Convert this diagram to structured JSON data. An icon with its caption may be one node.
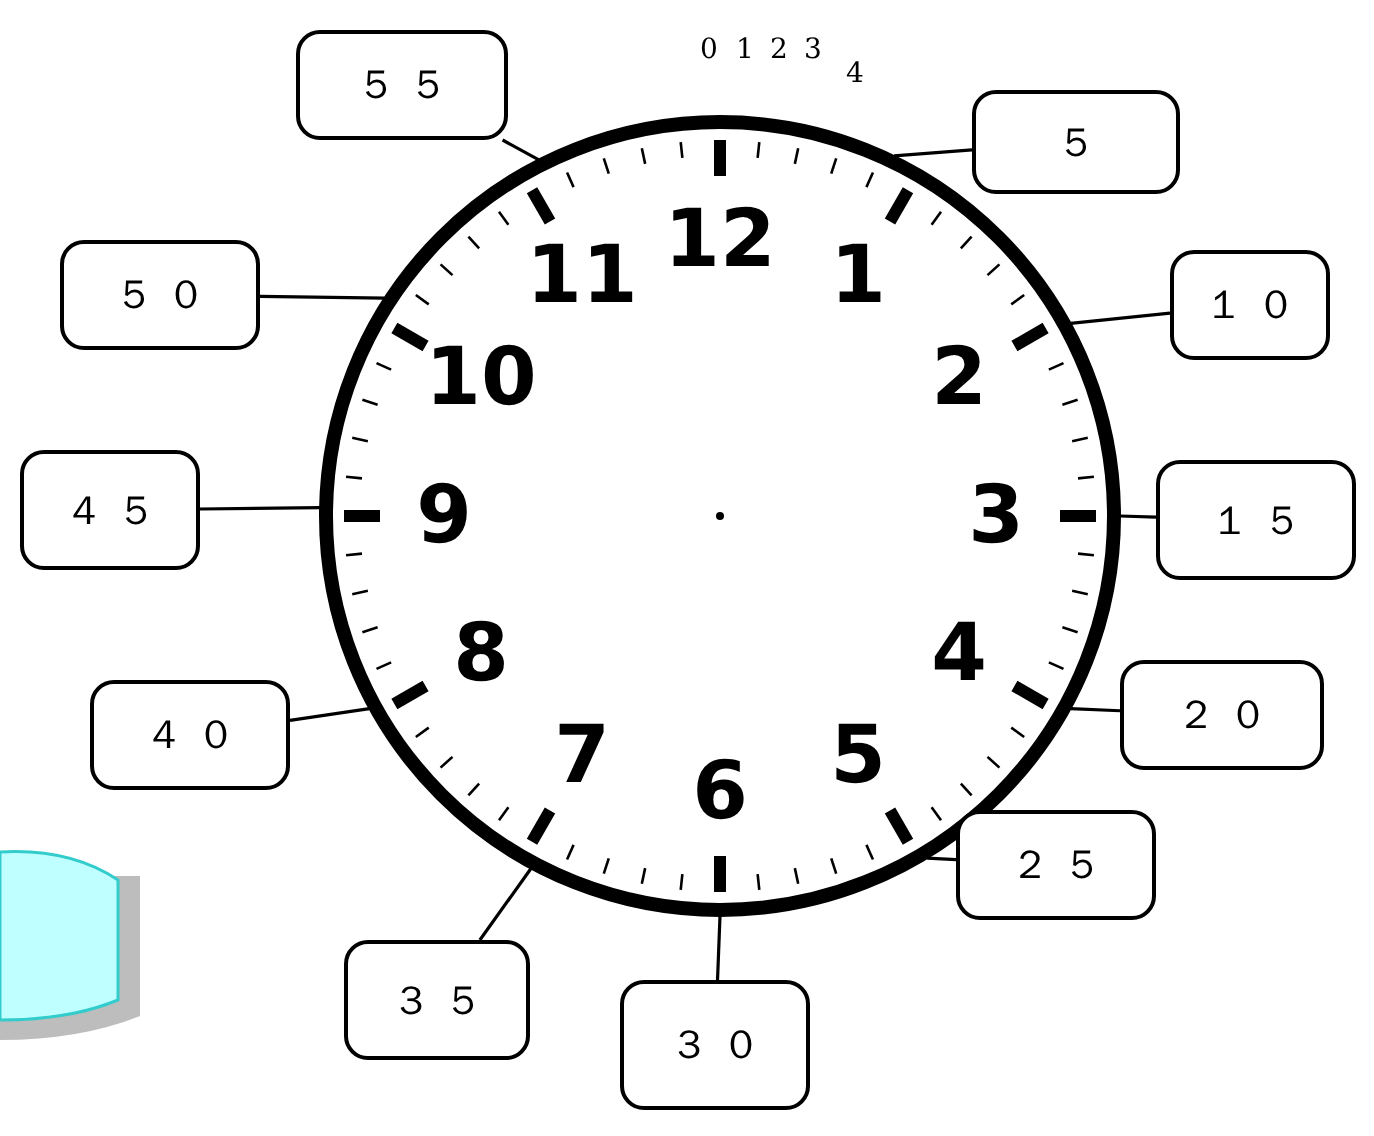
{
  "diagram": {
    "nodes": [
      {
        "text": [
          "５ ５"
        ]
      },
      {
        "text": [
          "５"
        ]
      },
      {
        "text": [
          "５ ０"
        ]
      },
      {
        "text": [
          "１ ０"
        ]
      },
      {
        "text": [],
        "shape": "circle"
      },
      {
        "text": [
          "４ ５"
        ]
      },
      {
        "text": [
          "１ ５"
        ]
      },
      {
        "text": [
          "４ ０"
        ]
      },
      {
        "text": [
          "２ ０"
        ]
      },
      {
        "text": [],
        "shape": "cylinder"
      },
      {
        "text": [
          "２ ５"
        ]
      },
      {
        "text": [
          "３ ５"
        ]
      },
      {
        "text": [
          "３ ０"
        ]
      }
    ],
    "edges": [
      {
        "from": 0,
        "to": 4,
        "arrow": "none"
      },
      {
        "from": 1,
        "to": 4,
        "arrow": "none"
      },
      {
        "from": 2,
        "to": 4,
        "arrow": "none"
      },
      {
        "from": 3,
        "to": 4,
        "arrow": "none"
      },
      {
        "from": 5,
        "to": 4,
        "arrow": "none"
      },
      {
        "from": 6,
        "to": 4,
        "arrow": "none"
      },
      {
        "from": 7,
        "to": 4,
        "arrow": "none"
      },
      {
        "from": 8,
        "to": 4,
        "arrow": "none"
      },
      {
        "from": 10,
        "to": 4,
        "arrow": "none"
      },
      {
        "from": 11,
        "to": 4,
        "arrow": "none"
      },
      {
        "from": 12,
        "to": 4,
        "arrow": "none"
      }
    ],
    "labels": [
      "0",
      "1",
      "2",
      "3",
      "4",
      "12",
      "11",
      "1",
      "10",
      "2",
      "9",
      "3",
      "8",
      "4",
      "7",
      "5",
      "6"
    ]
  }
}
